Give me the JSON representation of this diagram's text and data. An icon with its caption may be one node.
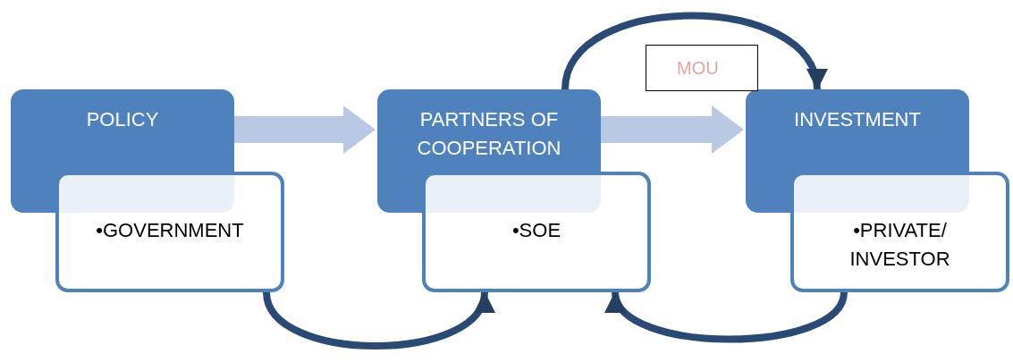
{
  "diagram": {
    "nodes": [
      {
        "text": [
          "POLICY"
        ]
      },
      {
        "text": [
          "•GOVERNMENT"
        ]
      },
      {
        "text": [
          "PARTNERS OF COOPERATION"
        ]
      },
      {
        "text": [
          "•SOE"
        ]
      },
      {
        "text": [
          "INVESTMENT"
        ]
      },
      {
        "text": [
          "•PRIVATE/ INVESTOR"
        ]
      },
      {
        "text": [
          "MOU"
        ]
      }
    ],
    "edges": [
      {
        "from": 0,
        "to": 2,
        "arrow": "to",
        "style": "thick",
        "color": "#b9c9e3"
      },
      {
        "from": 2,
        "to": 4,
        "arrow": "to",
        "style": "thick",
        "color": "#b9c9e3"
      },
      {
        "from": 2,
        "to": 4,
        "arrow": "to"
      },
      {
        "from": 1,
        "to": 3,
        "arrow": "to"
      },
      {
        "from": 5,
        "to": 3,
        "arrow": "to"
      }
    ]
  }
}
